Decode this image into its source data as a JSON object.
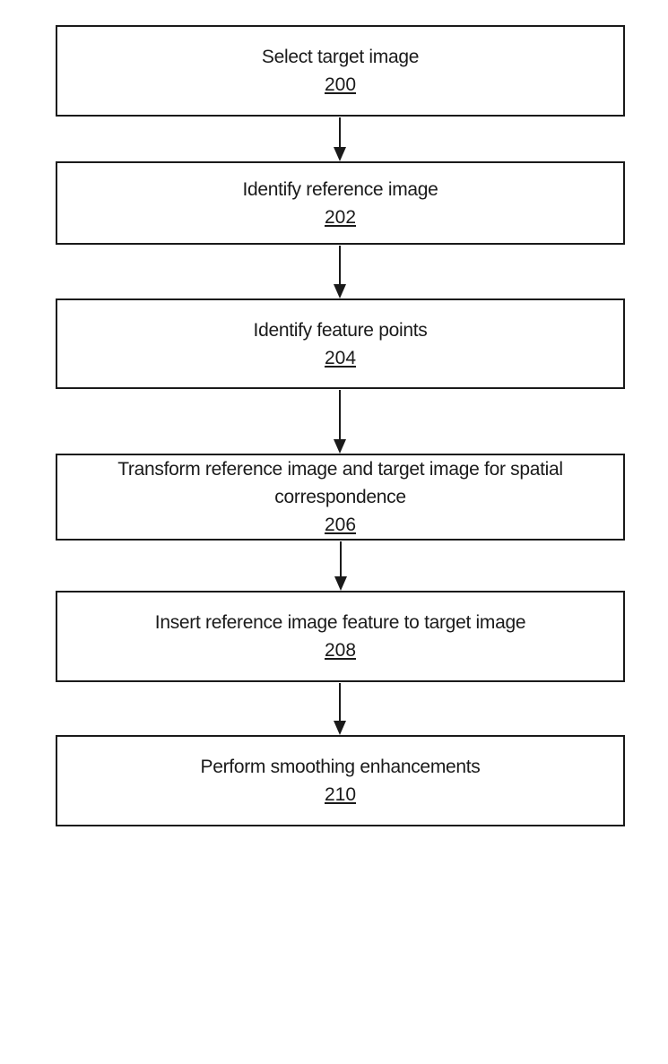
{
  "steps": [
    {
      "label": "Select target image",
      "ref": "200"
    },
    {
      "label": "Identify reference image",
      "ref": "202"
    },
    {
      "label": "Identify feature points",
      "ref": "204"
    },
    {
      "label": "Transform reference image and target image for spatial correspondence",
      "ref": "206"
    },
    {
      "label": "Insert reference image feature to target image",
      "ref": "208"
    },
    {
      "label": "Perform smoothing enhancements",
      "ref": "210"
    }
  ],
  "colors": {
    "stroke": "#1a1a1a",
    "background": "#ffffff"
  }
}
